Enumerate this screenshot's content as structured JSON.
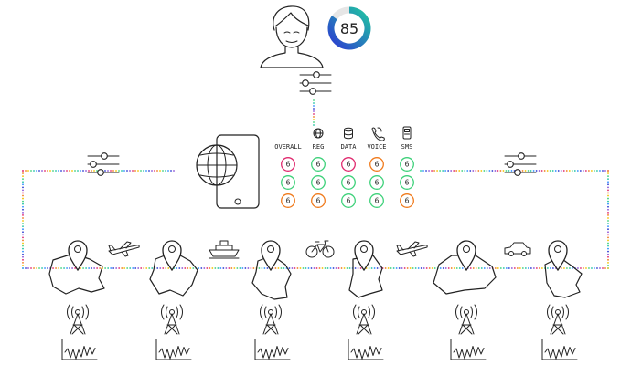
{
  "score": {
    "value": "85",
    "fraction": 0.85,
    "colors": [
      "#2b3bd1",
      "#21c4a3"
    ]
  },
  "table": {
    "columns": [
      {
        "label": "OVERALL",
        "icon": ""
      },
      {
        "label": "REG",
        "icon": "globe-icon"
      },
      {
        "label": "DATA",
        "icon": "database-icon"
      },
      {
        "label": "VOICE",
        "icon": "phone-icon"
      },
      {
        "label": "SMS",
        "icon": "sms-icon"
      }
    ],
    "rows": [
      [
        {
          "value": "6",
          "color": "#e0296e"
        },
        {
          "value": "6",
          "color": "#3ed17a"
        },
        {
          "value": "6",
          "color": "#e0296e"
        },
        {
          "value": "6",
          "color": "#f07a1c"
        },
        {
          "value": "6",
          "color": "#3ed17a"
        }
      ],
      [
        {
          "value": "6",
          "color": "#3ed17a"
        },
        {
          "value": "6",
          "color": "#3ed17a"
        },
        {
          "value": "6",
          "color": "#3ed17a"
        },
        {
          "value": "6",
          "color": "#3ed17a"
        },
        {
          "value": "6",
          "color": "#3ed17a"
        }
      ],
      [
        {
          "value": "6",
          "color": "#f07a1c"
        },
        {
          "value": "6",
          "color": "#f07a1c"
        },
        {
          "value": "6",
          "color": "#3ed17a"
        },
        {
          "value": "6",
          "color": "#3ed17a"
        },
        {
          "value": "6",
          "color": "#f07a1c"
        }
      ]
    ]
  },
  "transports": [
    "airplane-icon",
    "ship-icon",
    "bicycle-icon",
    "airplane-icon",
    "car-icon"
  ],
  "locations": [
    {
      "map": "country-map-1",
      "pin": "location-pin-icon",
      "tower": "cell-tower-icon",
      "signal": "signal-graph-icon"
    },
    {
      "map": "country-map-2",
      "pin": "location-pin-icon",
      "tower": "cell-tower-icon",
      "signal": "signal-graph-icon"
    },
    {
      "map": "country-map-3",
      "pin": "location-pin-icon",
      "tower": "cell-tower-icon",
      "signal": "signal-graph-icon"
    },
    {
      "map": "country-map-4",
      "pin": "location-pin-icon",
      "tower": "cell-tower-icon",
      "signal": "signal-graph-icon"
    },
    {
      "map": "country-map-5",
      "pin": "location-pin-icon",
      "tower": "cell-tower-icon",
      "signal": "signal-graph-icon"
    },
    {
      "map": "country-map-6",
      "pin": "location-pin-icon",
      "tower": "cell-tower-icon",
      "signal": "signal-graph-icon"
    }
  ],
  "connector_colors": [
    "#e0296e",
    "#f07a1c",
    "#f2c200",
    "#3ed17a",
    "#21c4a3",
    "#2b8cff",
    "#2b3bd1",
    "#8a4fd6"
  ]
}
